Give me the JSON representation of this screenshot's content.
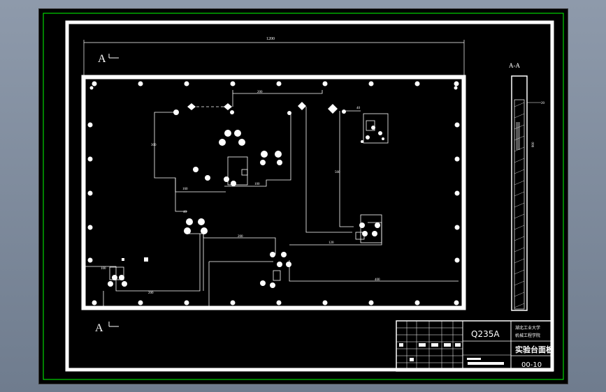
{
  "drawing": {
    "section_marker_top": "A",
    "section_marker_bottom": "A",
    "section_view_title": "A-A",
    "overall_dimension": "1200",
    "side_dimension": "20",
    "side_vertical_dimension": "800",
    "dims": {
      "d_top_link": "200",
      "d_left_vertical": "300",
      "d_mid_left": "100",
      "d_mid_center": "160",
      "d_center_vertical": "560",
      "d_right_link": "40",
      "d_lower_left": "40",
      "d_bottom_left": "100",
      "d_bottom_center": "200",
      "d_bottom_right": "400",
      "d_lower_mid": "200",
      "d_mid_right": "120"
    }
  },
  "title_block": {
    "material": "Q235A",
    "drawing_name": "实验台面板",
    "drawing_number": "00-10",
    "school_line1": "湖北工业大学",
    "school_line2": "机械工程学院"
  },
  "colors": {
    "background": "#000000",
    "line": "#ffffff",
    "frame_green": "#00ff00",
    "outer_gradient": "#8e9aab"
  }
}
